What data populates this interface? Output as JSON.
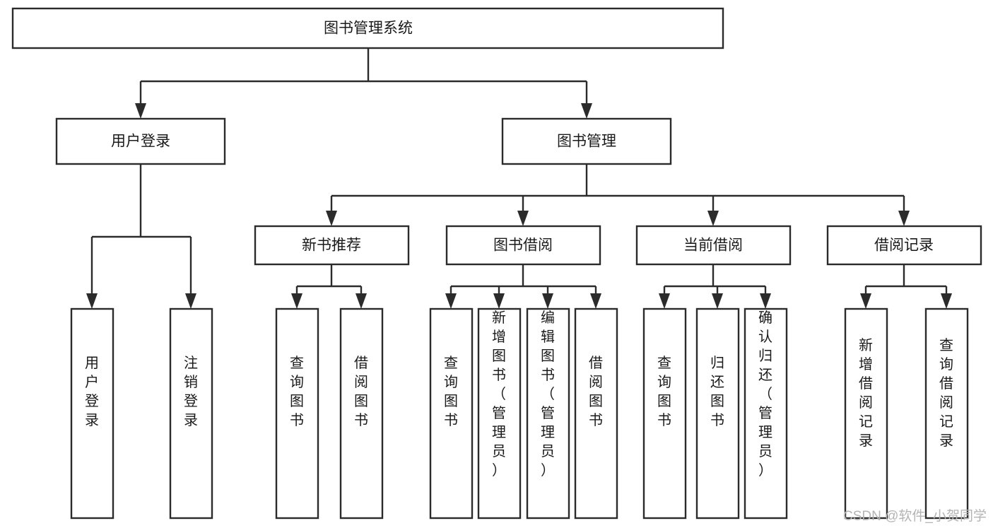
{
  "diagram": {
    "title": "图书管理系统",
    "type": "tree-hierarchy-diagram",
    "colors": {
      "stroke": "#2b2b2b",
      "box_fill": "#ffffff",
      "text": "#1a1a1a",
      "background": "#ffffff",
      "watermark": "#b4b4b4"
    },
    "watermark": "CSDN @软件_小贺同学",
    "root": {
      "label": "图书管理系统"
    },
    "level2": [
      {
        "label": "用户登录"
      },
      {
        "label": "图书管理"
      }
    ],
    "level3": [
      {
        "label": "新书推荐"
      },
      {
        "label": "图书借阅"
      },
      {
        "label": "当前借阅"
      },
      {
        "label": "借阅记录"
      }
    ],
    "leaves": {
      "user_login": [
        {
          "label": "用户登录"
        },
        {
          "label": "注销登录"
        }
      ],
      "new_book_recommend": [
        {
          "label": "查询图书"
        },
        {
          "label": "借阅图书"
        }
      ],
      "book_borrow": [
        {
          "label": "查询图书"
        },
        {
          "label": "新增图书（管理员）"
        },
        {
          "label": "编辑图书（管理员）"
        },
        {
          "label": "借阅图书"
        }
      ],
      "current_borrow": [
        {
          "label": "查询图书"
        },
        {
          "label": "归还图书"
        },
        {
          "label": "确认归还（管理员）"
        }
      ],
      "borrow_record": [
        {
          "label": "新增借阅记录"
        },
        {
          "label": "查询借阅记录"
        }
      ]
    }
  }
}
